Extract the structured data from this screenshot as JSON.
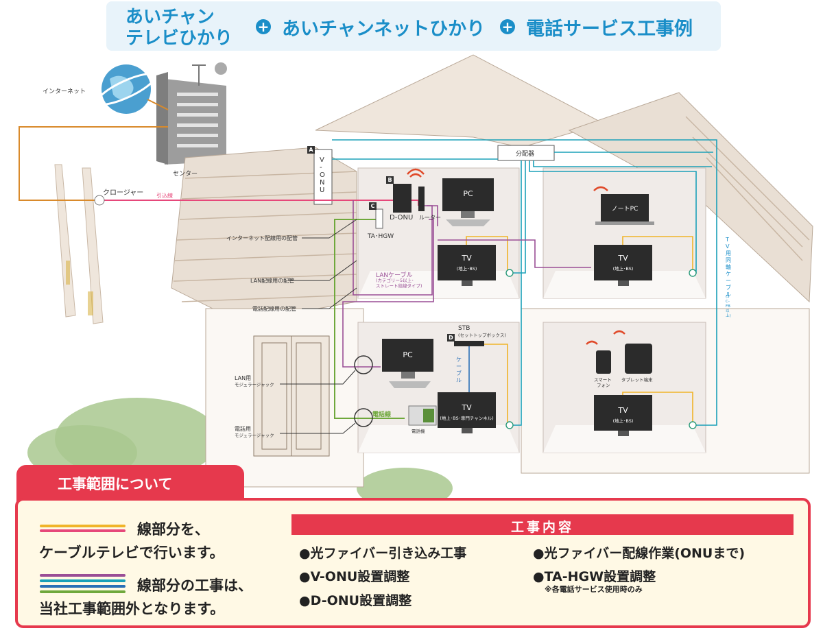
{
  "title": {
    "part1_line1": "あいチャン",
    "part1_line2": "テレビひかり",
    "plus": "+",
    "part2": "あいチャンネットひかり",
    "part3": "電話サービス工事例"
  },
  "diagram": {
    "internet": "インターネット",
    "center": "センター",
    "closure": "クロージャー",
    "drop_line": "引込線",
    "splitter": "分配器",
    "vonu_marker": "A",
    "vonu": "V-ONU",
    "donu_marker": "B",
    "donu": "D-ONU",
    "router": "ルーター",
    "tahgw_marker": "C",
    "tahgw": "TA･HGW",
    "stb_marker": "D",
    "stb": "STB",
    "stb_sub": "(セットトップボックス)",
    "pc1": "PC",
    "pc2": "PC",
    "notepc": "ノートPC",
    "tv_label": "TV",
    "tv_sub": "(地上･BS)",
    "tv3_sub": "(地上･BS･専門チャンネル)",
    "lan_cable": "LANケーブル",
    "lan_cable_sub1": "(カテゴリー5以上･",
    "lan_cable_sub2": "ストレート結線タイプ)",
    "internet_pipe": "インターネット配線用の配管",
    "lan_pipe": "LAN配線用の配管",
    "phone_pipe": "電話配線用の配管",
    "lan_jack": "LAN用",
    "lan_jack_sub": "モジュラージャック",
    "phone_jack": "電話用",
    "phone_jack_sub": "モジュラージャック",
    "phone_line": "電話線",
    "phone": "電話機",
    "cable": "ケーブル",
    "smartphone_1": "スマート",
    "smartphone_2": "フォン",
    "tablet": "タブレット端末",
    "coax": "TV用同軸ケーブル",
    "coax_sub": "(5C-FB以上)"
  },
  "scope": {
    "tab": "工事範囲について",
    "legend1_line1": "線部分を、",
    "legend1_line2": "ケーブルテレビで行います。",
    "legend2_line1": "線部分の工事は、",
    "legend2_line2": "当社工事範囲外となります。",
    "work_title": "工事内容",
    "items": [
      "●光ファイバー引き込み工事",
      "●V-ONU設置調整",
      "●D-ONU設置調整",
      "●光ファイバー配線作業(ONUまで)",
      "●TA-HGW設置調整"
    ],
    "note": "※各電話サービス使用時のみ"
  },
  "colors": {
    "title_blue": "#1a8ec8",
    "accent_red": "#e6394d",
    "line_yellow": "#f0b429",
    "line_pink": "#e6487a",
    "line_purple": "#9a4e96",
    "line_teal": "#1aa0b8",
    "line_blue": "#2a6fb6",
    "line_green": "#6fa83c",
    "line_orange": "#d98a2b"
  }
}
